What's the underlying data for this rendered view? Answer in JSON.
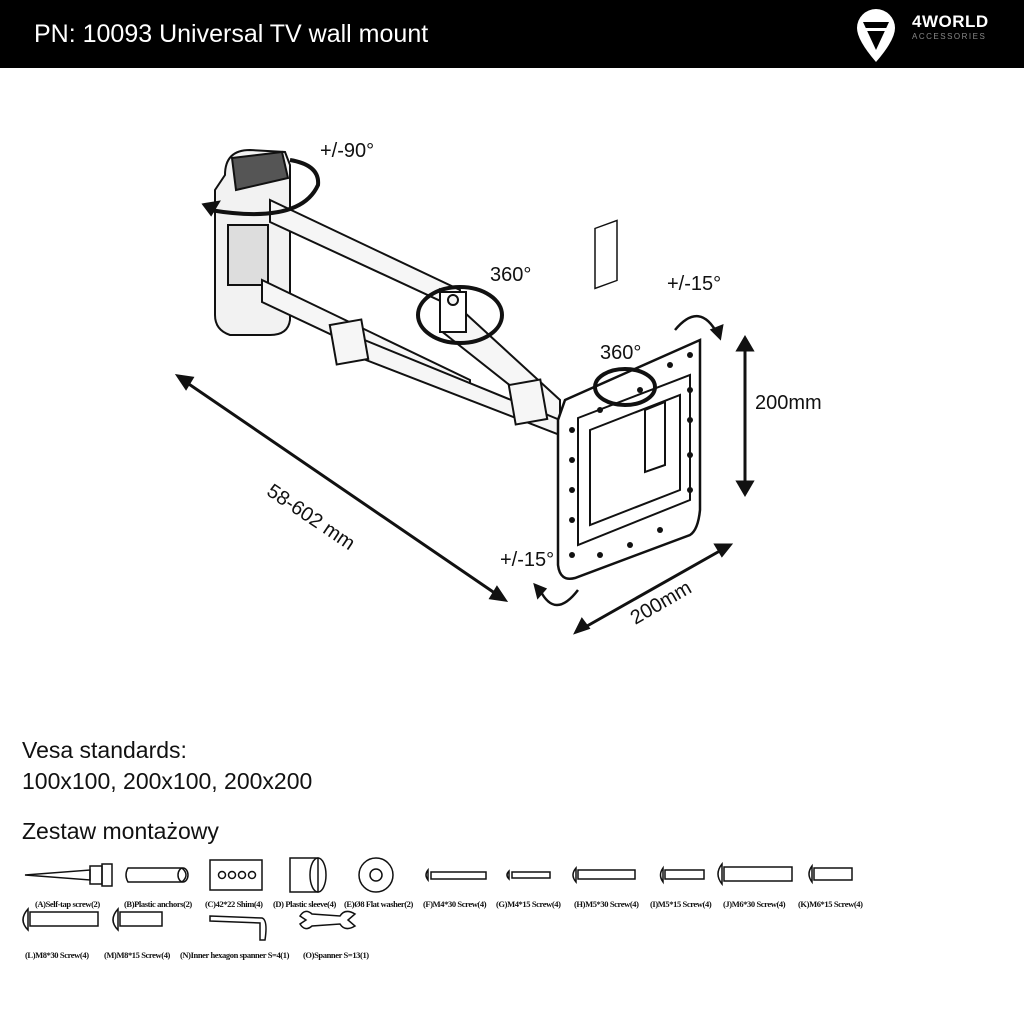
{
  "header": {
    "title": "PN: 10093 Universal TV wall mount",
    "logo_brand": "4WORLD",
    "logo_sub": "ACCESSORIES"
  },
  "diagram": {
    "swivel_wall": "+/-90°",
    "rotation_arm": "360°",
    "rotation_plate": "360°",
    "tilt_top": "+/-15°",
    "tilt_bottom": "+/-15°",
    "height_dim": "200mm",
    "width_dim": "200mm",
    "extension_dim": "58-602 mm"
  },
  "vesa": {
    "heading": "Vesa standards:",
    "values": "100x100, 200x100, 200x200"
  },
  "kit": {
    "heading": "Zestaw montażowy",
    "parts": [
      "(A)Self-tap screw(2)",
      "(B)Plastic anchors(2)",
      "(C)42*22 Shim(4)",
      "(D) Plastic sleeve(4)",
      "(E)Ø8 Flat washer(2)",
      "(F)M4*30 Screw(4)",
      "(G)M4*15 Screw(4)",
      "(H)M5*30 Screw(4)",
      "(I)M5*15 Screw(4)",
      "(J)M6*30 Screw(4)",
      "(K)M6*15 Screw(4)",
      "(L)M8*30 Screw(4)",
      "(M)M8*15 Screw(4)",
      "(N)Inner hexagon spanner S=4(1)",
      "(O)Spanner S=13(1)"
    ]
  }
}
